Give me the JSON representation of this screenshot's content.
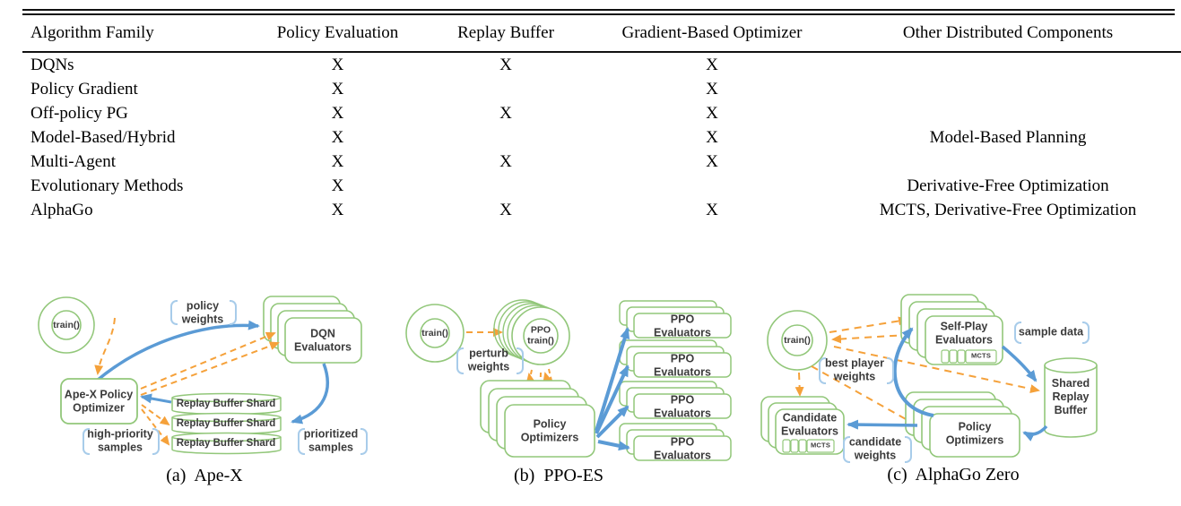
{
  "colors": {
    "box_green": "#92C77A",
    "arrow_blue": "#5B9BD5",
    "arrow_orange": "#F5A13A",
    "bracket_blue": "#A8CCEA",
    "diagram_text": "#3B3B3B"
  },
  "table": {
    "headers": [
      "Algorithm Family",
      "Policy Evaluation",
      "Replay Buffer",
      "Gradient-Based Optimizer",
      "Other Distributed Components"
    ],
    "rows": [
      [
        "DQNs",
        "X",
        "X",
        "X",
        ""
      ],
      [
        "Policy Gradient",
        "X",
        "",
        "X",
        ""
      ],
      [
        "Off-policy PG",
        "X",
        "X",
        "X",
        ""
      ],
      [
        "Model-Based/Hybrid",
        "X",
        "",
        "X",
        "Model-Based Planning"
      ],
      [
        "Multi-Agent",
        "X",
        "X",
        "X",
        ""
      ],
      [
        "Evolutionary Methods",
        "X",
        "",
        "",
        "Derivative-Free Optimization"
      ],
      [
        "AlphaGo",
        "X",
        "X",
        "X",
        "MCTS, Derivative-Free Optimization"
      ]
    ]
  },
  "figures": {
    "a": {
      "caption": "(a)  Ape-X",
      "train": "train()",
      "optimizer": "Ape-X Policy\nOptimizer",
      "evaluators": "DQN\nEvaluators",
      "shard": "Replay Buffer Shard",
      "policy_weights": "policy\nweights",
      "high_priority_samples": "high-priority\nsamples",
      "prioritized_samples": "prioritized\nsamples"
    },
    "b": {
      "caption": "(b)  PPO-ES",
      "train": "train()",
      "ppo_train": "PPO\ntrain()",
      "perturb_weights": "perturb\nweights",
      "optimizers": "Policy\nOptimizers",
      "evaluators": "PPO Evaluators"
    },
    "c": {
      "caption": "(c)  AlphaGo Zero",
      "train": "train()",
      "self_play": "Self-Play\nEvaluators",
      "mcts": "MCTS",
      "sample_data": "sample data",
      "shared_buffer": "Shared\nReplay\nBuffer",
      "optimizers": "Policy\nOptimizers",
      "candidates": "Candidate\nEvaluators",
      "best_player_weights": "best player\nweights",
      "candidate_weights": "candidate\nweights"
    }
  }
}
